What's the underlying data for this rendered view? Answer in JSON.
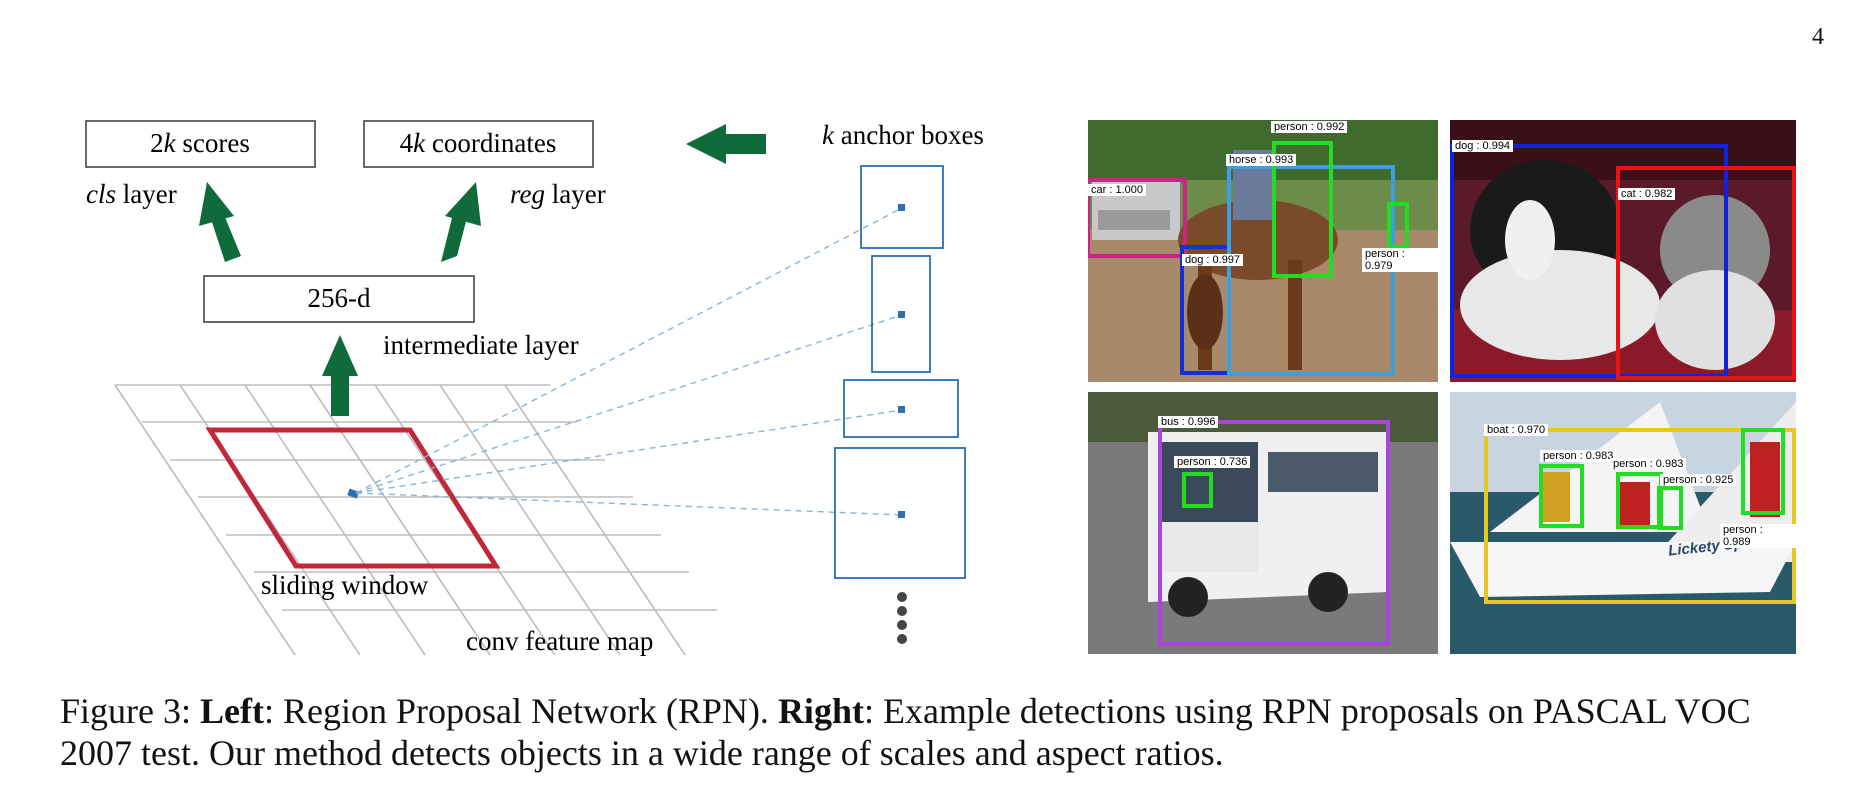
{
  "page": {
    "number": "4"
  },
  "rpn": {
    "scores_prefix": "2",
    "scores_k": "k",
    "scores_suffix": " scores",
    "coords_prefix": "4",
    "coords_k": "k",
    "coords_suffix": " coordinates",
    "cls_italic": "cls",
    "cls_rest": " layer",
    "reg_italic": "reg",
    "reg_rest": " layer",
    "intermediate_box": "256-d",
    "intermediate_label": "intermediate layer",
    "anchor_k": "k",
    "anchor_rest": " anchor boxes",
    "sliding_window": "sliding window",
    "conv_map": "conv feature map"
  },
  "colors": {
    "arrow_green": "#0f6b3a",
    "window_red": "#c0283a",
    "anchor_blue": "#2b6fb0",
    "grid_gray": "#bdbdbd"
  },
  "detections": {
    "panel1": [
      {
        "label": "person : 0.992",
        "color": "#22dd22"
      },
      {
        "label": "horse : 0.993",
        "color": "#3aa0e0"
      },
      {
        "label": "car : 1.000",
        "color": "#cc2288"
      },
      {
        "label": "dog : 0.997",
        "color": "#1133cc"
      },
      {
        "label": "person : 0.979",
        "color": "#22dd22"
      }
    ],
    "panel2": [
      {
        "label": "dog : 0.994",
        "color": "#1122dd"
      },
      {
        "label": "cat : 0.982",
        "color": "#ee1111"
      }
    ],
    "panel3": [
      {
        "label": "bus : 0.996",
        "color": "#aa44dd"
      },
      {
        "label": "person : 0.736",
        "color": "#22dd22"
      }
    ],
    "panel4": [
      {
        "label": "boat : 0.970",
        "color": "#e8c820"
      },
      {
        "label": "person : 0.983",
        "color": "#22dd22"
      },
      {
        "label": "person : 0.983",
        "color": "#22dd22"
      },
      {
        "label": "person : 0.925",
        "color": "#22dd22"
      },
      {
        "label": "person : 0.989",
        "color": "#22dd22"
      }
    ]
  },
  "boat_text": "Lickety Split",
  "caption": {
    "figure": "Figure 3: ",
    "left_bold": "Left",
    "left_text": ": Region Proposal Network (RPN). ",
    "right_bold": "Right",
    "right_text": ": Example detections using RPN proposals on PASCAL VOC 2007 test. Our method detects objects in a wide range of scales and aspect ratios."
  }
}
